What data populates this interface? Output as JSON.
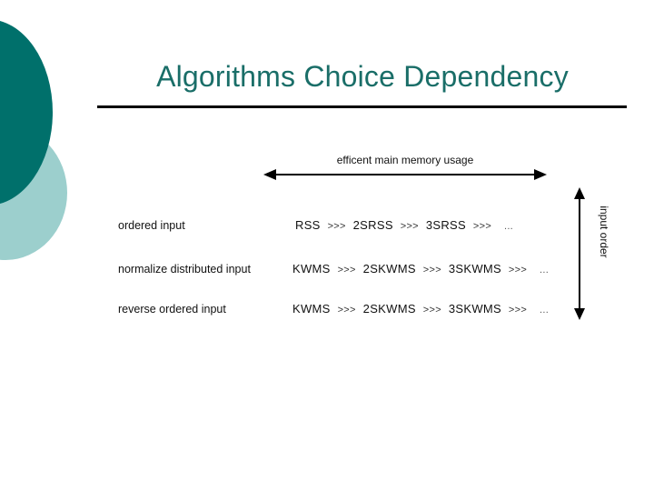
{
  "slide": {
    "title": "Algorithms Choice Dependency",
    "background_color": "#ffffff",
    "title_color": "#1a6e68",
    "accent_dark": "#00706b",
    "accent_light": "#9ccfcd"
  },
  "diagram": {
    "horizontal_axis": {
      "label": "efficent main memory usage",
      "arrow": "double-headed-horizontal-arrow"
    },
    "vertical_axis": {
      "label": "input order",
      "arrow": "double-headed-vertical-arrow"
    },
    "separator": ">>>",
    "ellipsis": "...",
    "rows": [
      {
        "label": "ordered input",
        "chain": [
          "RSS",
          "2SRSS",
          "3SRSS"
        ]
      },
      {
        "label": "normalize distributed input",
        "chain": [
          "KWMS",
          "2SKWMS",
          "3SKWMS"
        ]
      },
      {
        "label": "reverse ordered input",
        "chain": [
          "KWMS",
          "2SKWMS",
          "3SKWMS"
        ]
      }
    ]
  }
}
